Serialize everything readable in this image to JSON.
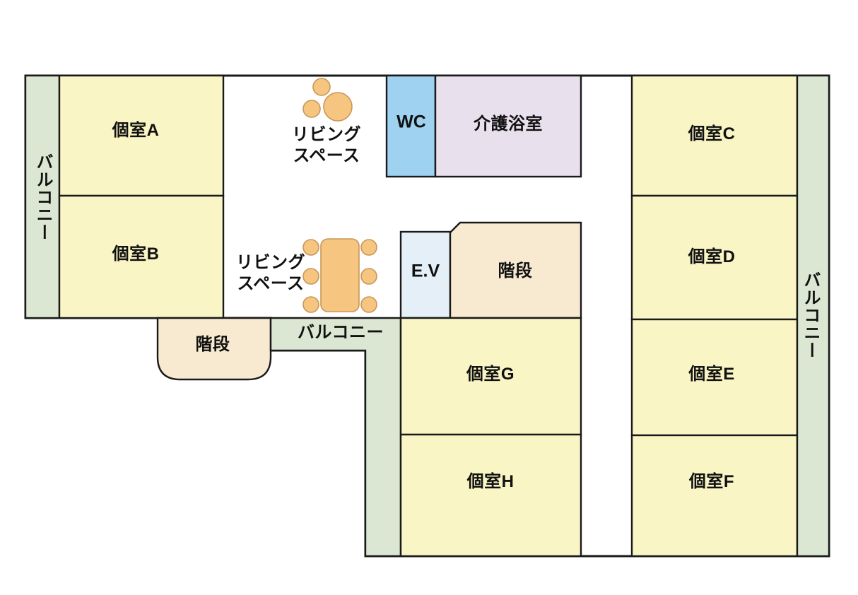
{
  "rooms": {
    "a": "個室A",
    "b": "個室B",
    "c": "個室C",
    "d": "個室D",
    "e": "個室E",
    "f": "個室F",
    "g": "個室G",
    "h": "個室H"
  },
  "facilities": {
    "wc": "WC",
    "care_bath": "介護浴室",
    "elevator": "E.V",
    "stairs_upper": "階段",
    "stairs_lower": "階段"
  },
  "living_space_top": {
    "line1": "リビング",
    "line2": "スペース"
  },
  "living_space_bottom": {
    "line1": "リビング",
    "line2": "スペース"
  },
  "balconies": {
    "left": "バルコニー",
    "right": "バルコニー",
    "bottom": "バルコニー"
  },
  "colors": {
    "room": "#FAF5C4",
    "balcony": "#DBE7D2",
    "wc": "#9ED2F0",
    "care_bath": "#E8E0ED",
    "elevator": "#E4EFF8",
    "stairs": "#F7EAD1",
    "furniture": "#F6C57F",
    "floor": "#FFFFFF",
    "outline": "#1A1A1A"
  }
}
